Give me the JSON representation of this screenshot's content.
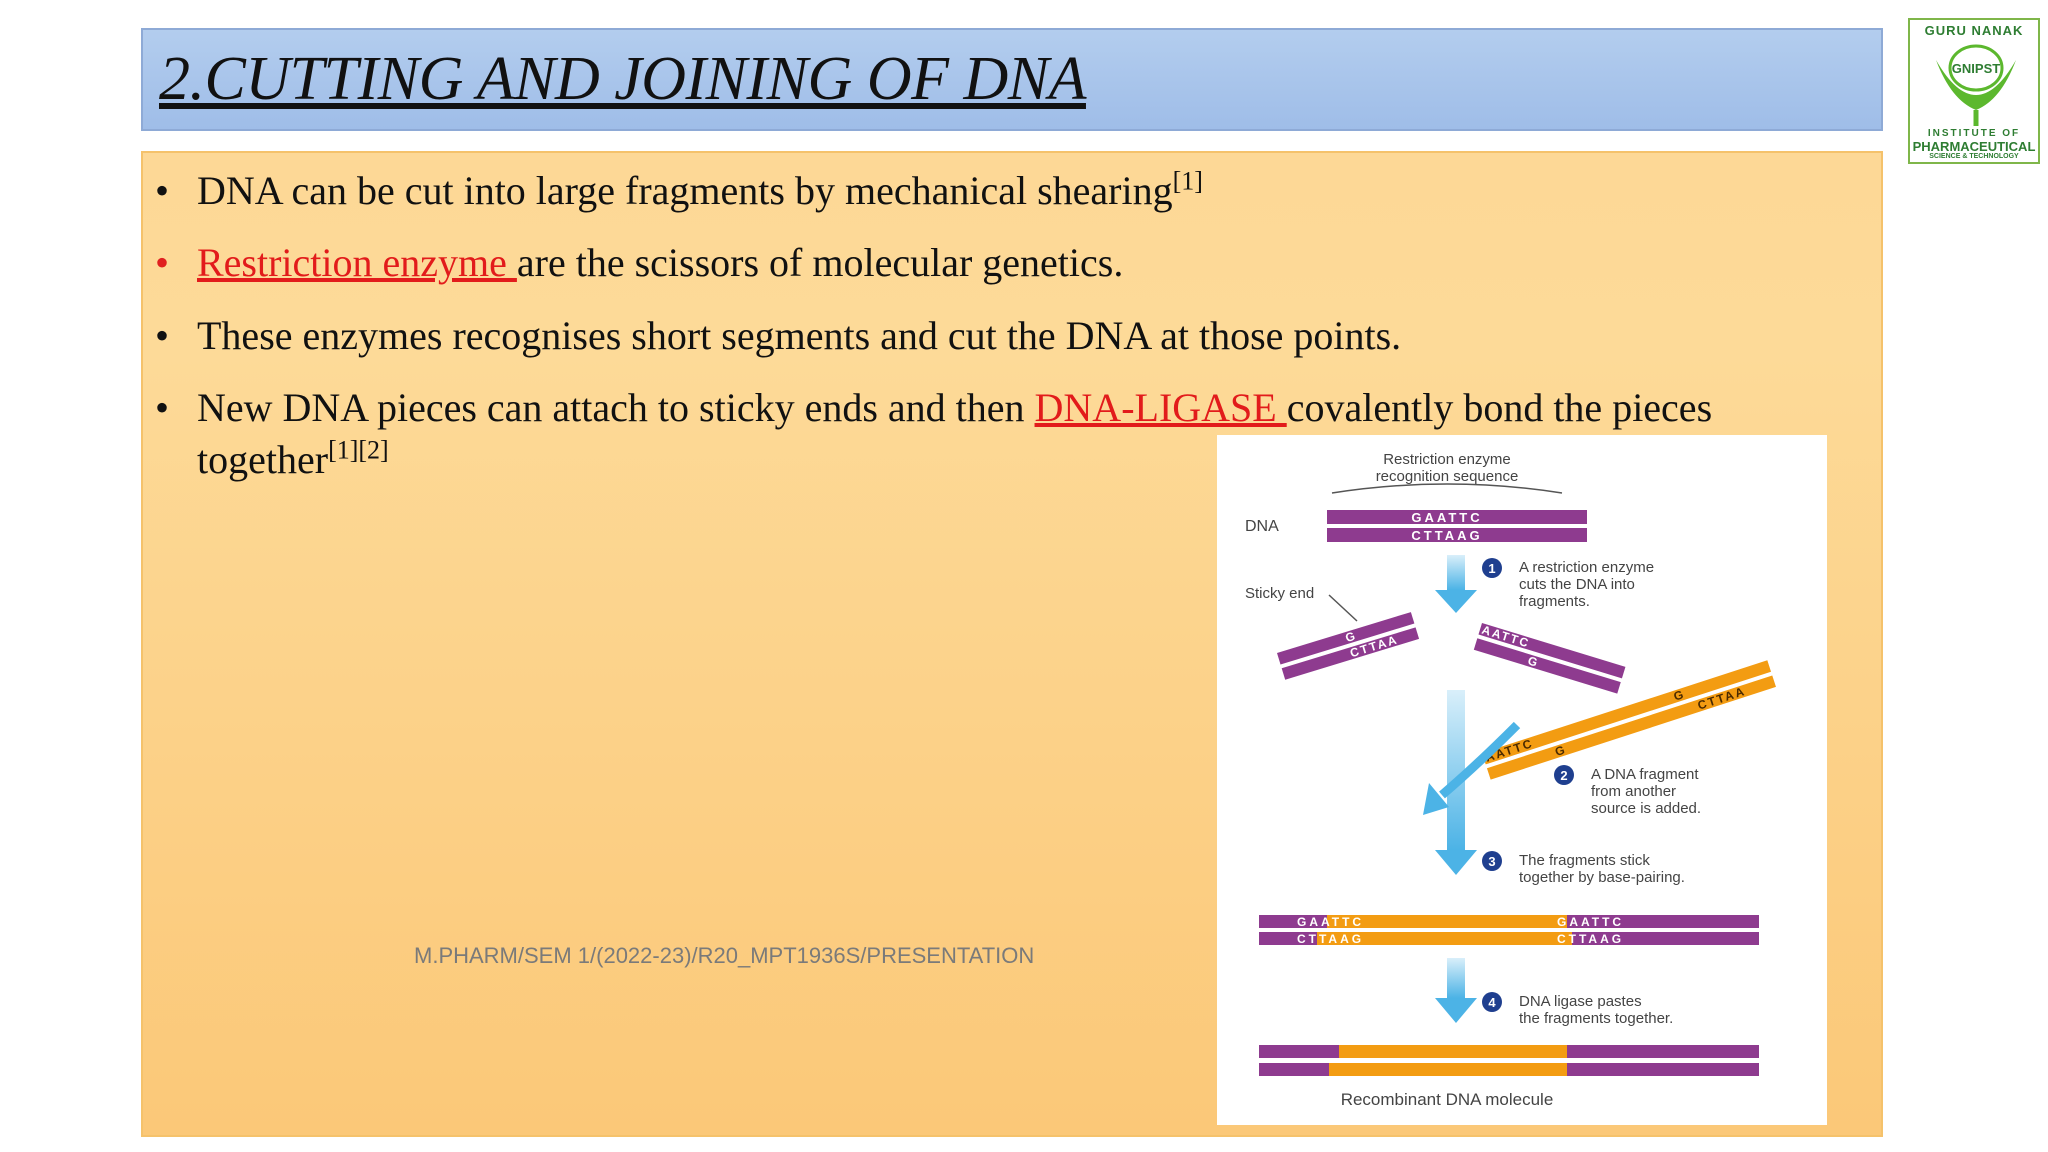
{
  "slide": {
    "title": "2.CUTTING AND JOINING OF DNA",
    "footer": "M.PHARM/SEM 1/(2022-23)/R20_MPT1936S/PRESENTATION"
  },
  "logo": {
    "top_text": "GURU NANAK",
    "badge": "GNIPST",
    "institute": "INSTITUTE OF",
    "pharm": "PHARMACEUTICAL",
    "sci": "SCIENCE & TECHNOLOGY"
  },
  "bullets": [
    {
      "text": "DNA can be cut into large fragments by mechanical shearing",
      "ref": "[1]"
    },
    {
      "link": "Restriction enzyme ",
      "text": "are the scissors of molecular genetics."
    },
    {
      "text": "These enzymes recognises short segments and cut the DNA  at those points."
    },
    {
      "pre": "New DNA pieces can attach to sticky ends and then ",
      "link": "DNA-LIGASE ",
      "post": "covalently bond the pieces",
      "line2": "together",
      "ref": "[1][2]"
    }
  ],
  "diagram": {
    "recognition_line1": "Restriction enzyme",
    "recognition_line2": "recognition sequence",
    "dna_label": "DNA",
    "seq_top": "GAATTC",
    "seq_bottom": "CTTAAG",
    "sticky_end": "Sticky end",
    "step1": {
      "num": "1",
      "line1": "A restriction enzyme",
      "line2": "cuts the DNA into",
      "line3": "fragments."
    },
    "step2": {
      "num": "2",
      "line1": "A DNA fragment",
      "line2": "from another",
      "line3": "source is added."
    },
    "step3": {
      "num": "3",
      "line1": "The fragments stick",
      "line2": "together by base-pairing."
    },
    "step4": {
      "num": "4",
      "line1": "DNA ligase pastes",
      "line2": "the fragments together."
    },
    "frag_left_top": "G",
    "frag_left_bottom": "CTTAA",
    "frag_right_top": "AATTC",
    "frag_right_bottom": "G",
    "orange_top_left": "AATTC",
    "orange_bottom_left": "G",
    "orange_top_right": "G",
    "orange_bottom_right": "CTTAA",
    "joined_top_left": "GAATTC",
    "joined_bottom_left": "CTTAAG",
    "joined_top_right": "GAATTC",
    "joined_bottom_right": "CTTAAG",
    "caption": "Recombinant DNA molecule",
    "colors": {
      "purple": "#8e3b8f",
      "orange": "#f39c12",
      "arrow": "#4cb3e6",
      "step_circle": "#1f3f8f"
    }
  }
}
